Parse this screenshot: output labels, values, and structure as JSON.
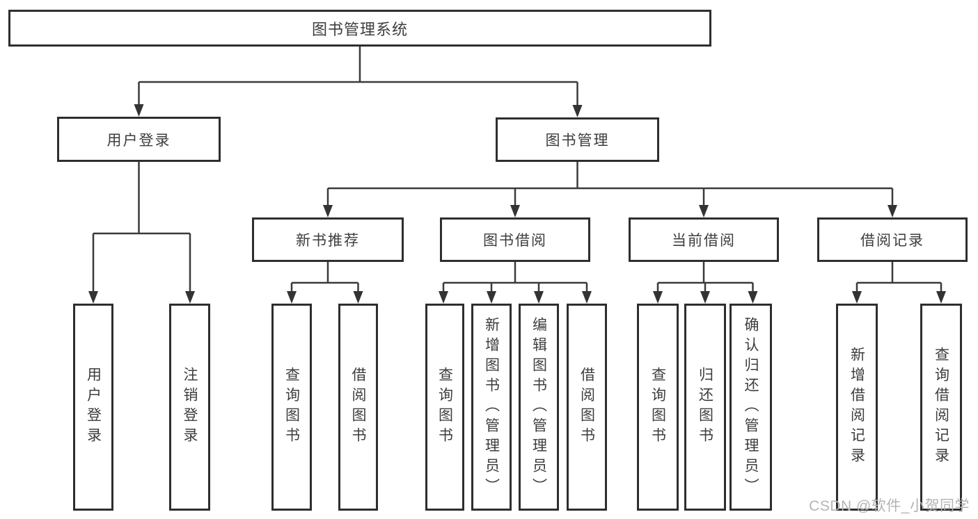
{
  "diagram": {
    "root": {
      "label": "图书管理系统"
    },
    "user_login": {
      "label": "用户登录",
      "children": [
        {
          "label": "用户登录"
        },
        {
          "label": "注销登录"
        }
      ]
    },
    "book_management": {
      "label": "图书管理",
      "sections": [
        {
          "label": "新书推荐",
          "children": [
            {
              "label": "查询图书"
            },
            {
              "label": "借阅图书"
            }
          ]
        },
        {
          "label": "图书借阅",
          "children": [
            {
              "label": "查询图书"
            },
            {
              "label": "新增图书（管理员）"
            },
            {
              "label": "编辑图书（管理员）"
            },
            {
              "label": "借阅图书"
            }
          ]
        },
        {
          "label": "当前借阅",
          "children": [
            {
              "label": "查询图书"
            },
            {
              "label": "归还图书"
            },
            {
              "label": "确认归还（管理员）"
            }
          ]
        },
        {
          "label": "借阅记录",
          "children": [
            {
              "label": "新增借阅记录"
            },
            {
              "label": "查询借阅记录"
            }
          ]
        }
      ]
    },
    "colors": {
      "line": "#3a3a3a",
      "border": "#2e2e2e",
      "text": "#3d3d3d",
      "background": "#ffffff"
    }
  },
  "watermark": {
    "text": "CSDN @软件_小贺同学",
    "color": "#b4b4b4"
  }
}
